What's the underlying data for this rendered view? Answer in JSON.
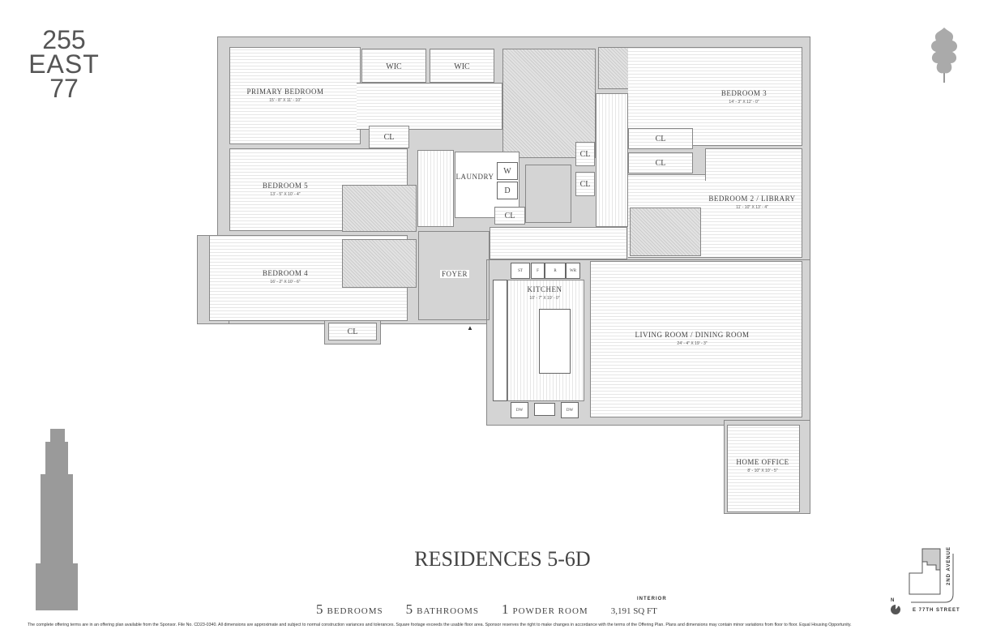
{
  "logo": {
    "line1": "255",
    "line2": "EAST",
    "line3": "77"
  },
  "rooms": {
    "primary_bedroom": {
      "name": "PRIMARY BEDROOM",
      "dims": "15' - 8\" X 11' - 10\""
    },
    "bedroom5": {
      "name": "BEDROOM 5",
      "dims": "13' - 5\" X 10' - 4\""
    },
    "bedroom4": {
      "name": "BEDROOM 4",
      "dims": "16' - 2\" X 10' - 6\""
    },
    "bedroom3": {
      "name": "BEDROOM 3",
      "dims": "14' - 3\" X 12' - 0\""
    },
    "bedroom2": {
      "name": "BEDROOM 2 / LIBRARY",
      "dims": "11' - 10\" X 13' - 4\""
    },
    "kitchen": {
      "name": "KITCHEN",
      "dims": "10' - 7\" X 19' - 0\""
    },
    "living": {
      "name": "LIVING ROOM / DINING ROOM",
      "dims": "24' - 4\" X 19' - 3\""
    },
    "home_office": {
      "name": "HOME OFFICE",
      "dims": "8' - 10\" X 10' - 5\""
    },
    "foyer": {
      "name": "FOYER"
    },
    "laundry": {
      "name": "LAUNDRY"
    }
  },
  "fixtures": {
    "wic": "WIC",
    "cl": "CL",
    "w": "W",
    "d": "D",
    "st": "ST",
    "f": "F",
    "r": "R",
    "wr": "WR",
    "dw": "DW"
  },
  "residence": {
    "title": "RESIDENCES 5-6D",
    "bedrooms_num": "5",
    "bedrooms": "BEDROOMS",
    "bathrooms_num": "5",
    "bathrooms": "BATHROOMS",
    "powder_num": "1",
    "powder": "POWDER ROOM",
    "interior_label": "INTERIOR",
    "sqft": "3,191 SQ FT"
  },
  "keyplan": {
    "north": "N",
    "street": "E 77TH STREET",
    "avenue": "2ND AVENUE"
  },
  "disclaimer": "The complete offering terms are in an offering plan available from the Sponsor. File No. CD23-0340. All dimensions are approximate and subject to normal construction variances and tolerances. Square footage exceeds the usable floor area. Sponsor reserves the right to make changes in accordance with the terms of the Offering Plan. Plans and dimensions may contain minor variations from floor to floor. Equal Housing Opportunity.",
  "colors": {
    "wall": "#d4d4d4",
    "ink": "#333333",
    "building": "#9a9a9a"
  }
}
